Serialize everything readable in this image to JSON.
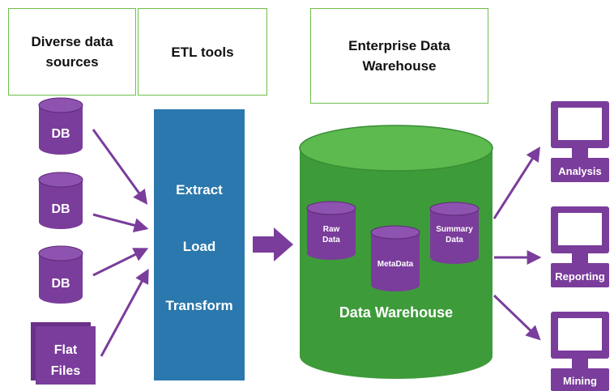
{
  "headers": {
    "sources": "Diverse data sources",
    "etl": "ETL tools",
    "warehouse": "Enterprise Data Warehouse"
  },
  "sources": [
    "DB",
    "DB",
    "DB",
    "Flat Files"
  ],
  "etl_steps": [
    "Extract",
    "Load",
    "Transform"
  ],
  "warehouse": {
    "label": "Data Warehouse",
    "stores": [
      "Raw Data",
      "MetaData",
      "Summary Data"
    ]
  },
  "outputs": [
    "Analysis",
    "Reporting",
    "Mining"
  ],
  "colors": {
    "purple": "#7a3d9b",
    "purple_dark": "#5c2a79",
    "etl_blue": "#2a78ad",
    "warehouse_green": "#3e9b3a",
    "warehouse_green_top": "#5cba4e",
    "header_border": "#6fbf4a"
  }
}
